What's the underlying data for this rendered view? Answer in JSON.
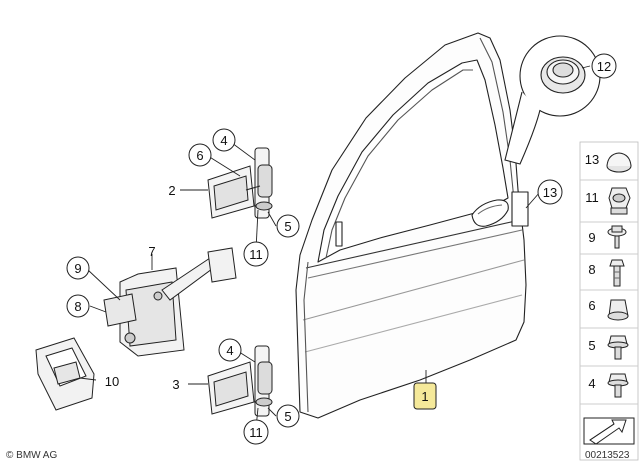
{
  "diagram": {
    "callouts": [
      {
        "id": "c1",
        "text": "1",
        "highlight": true
      },
      {
        "id": "c2",
        "text": "2"
      },
      {
        "id": "c3",
        "text": "3"
      },
      {
        "id": "c4a",
        "text": "4"
      },
      {
        "id": "c4b",
        "text": "4"
      },
      {
        "id": "c5a",
        "text": "5"
      },
      {
        "id": "c5b",
        "text": "5"
      },
      {
        "id": "c6",
        "text": "6"
      },
      {
        "id": "c7",
        "text": "7"
      },
      {
        "id": "c8",
        "text": "8"
      },
      {
        "id": "c9",
        "text": "9"
      },
      {
        "id": "c10",
        "text": "10"
      },
      {
        "id": "c11a",
        "text": "11"
      },
      {
        "id": "c11b",
        "text": "11"
      },
      {
        "id": "c12",
        "text": "12"
      },
      {
        "id": "c13",
        "text": "13"
      }
    ],
    "legend_items": [
      "13",
      "11",
      "9",
      "8",
      "6",
      "5",
      "4"
    ],
    "footer_left": "© BMW AG",
    "footer_right": "00213523",
    "highlight_color": "#f5e99a"
  }
}
